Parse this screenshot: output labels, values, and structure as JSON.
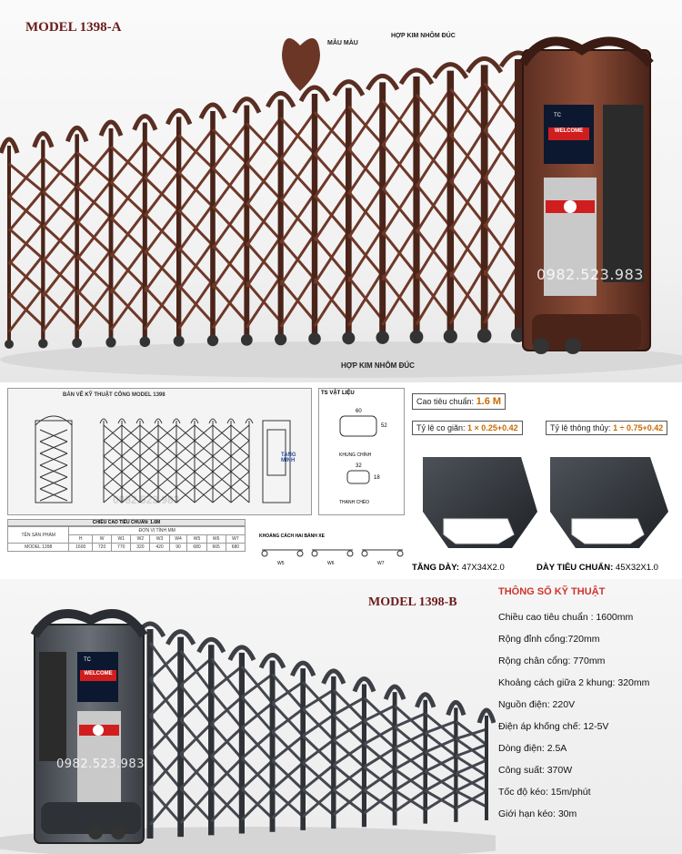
{
  "top": {
    "model": "MODEL 1398-A",
    "label_color_sample": "MẪU MÀU",
    "label_alloy_top": "HỢP KIM NHÔM ĐÚC",
    "label_alloy_bottom": "HỢP KIM NHÔM ĐÚC",
    "panel_sign": "WELCOME",
    "logo_text": "TC",
    "phone": "0982.523.983"
  },
  "drawing": {
    "title": "BẢN VẼ KỸ THUẬT CỔNG MODEL 1398",
    "dim_labels": [
      "W",
      "H",
      "W1",
      "W3",
      "W4",
      "W5",
      "W6",
      "W7"
    ],
    "watermark_phone": "0982.523.983",
    "watermark_brand": "TANG MINH",
    "table_title": "CHIỀU CAO TIÊU CHUẨN: 1.6M",
    "table_header_row1": [
      "TÊN SẢN PHẨM",
      "ĐƠN VỊ TÍNH MM"
    ],
    "table_header_row2": [
      "H",
      "W",
      "W1",
      "W2",
      "W3",
      "W4",
      "W5",
      "W6",
      "W7"
    ],
    "table_row": [
      "MODEL 1398",
      "1600",
      "720",
      "770",
      "320",
      "420",
      "90",
      "680",
      "665",
      "680"
    ]
  },
  "material": {
    "title": "TS VẬT LIỆU",
    "dim_top": "60",
    "dim_side": "52",
    "label_main": "KHUNG CHÍNH",
    "dim_small": "32",
    "dim_small_side": "18",
    "label_cross": "THANH CHÉO"
  },
  "wheel": {
    "title": "KHOẢNG CÁCH HAI BÁNH XE",
    "labels": [
      "W5",
      "W6",
      "W7"
    ]
  },
  "specs_right": {
    "height_label": "Cao tiêu chuẩn:",
    "height_value": "1.6 M",
    "ratio_label": "Tỷ lệ co giãn:",
    "ratio_value": "1 × 0.25+0.42",
    "vent_label": "Tỷ lệ thông thủy:",
    "vent_value": "1 ÷ 0.75+0.42",
    "thick_label": "TĂNG DÀY:",
    "thick_value": "47X34X2.0",
    "std_label": "DÀY TIÊU CHUẨN:",
    "std_value": "45X32X1.0"
  },
  "bottom": {
    "model": "MODEL 1398-B",
    "panel_sign": "WELCOME",
    "logo_text": "TC",
    "phone": "0982.523.983",
    "spec_title": "THÔNG SỐ KỸ THUẬT",
    "specs": [
      "Chiều cao tiêu chuẩn : 1600mm",
      "Rộng đỉnh cổng:720mm",
      "Rộng chân cổng: 770mm",
      "Khoảng cách giữa 2 khung: 320mm",
      "Nguồn điện: 220V",
      "Điện áp khống chế: 12-5V",
      "Dòng điện: 2.5A",
      "Công suất: 370W",
      "Tốc độ kéo: 15m/phút",
      "Giới hạn kéo: 30m"
    ]
  },
  "colors": {
    "bronze": "#5a2e22",
    "bronze_light": "#8a4a35",
    "gray_gate": "#4a4e55",
    "accent_orange": "#c96a00",
    "spec_red": "#d0342c"
  }
}
